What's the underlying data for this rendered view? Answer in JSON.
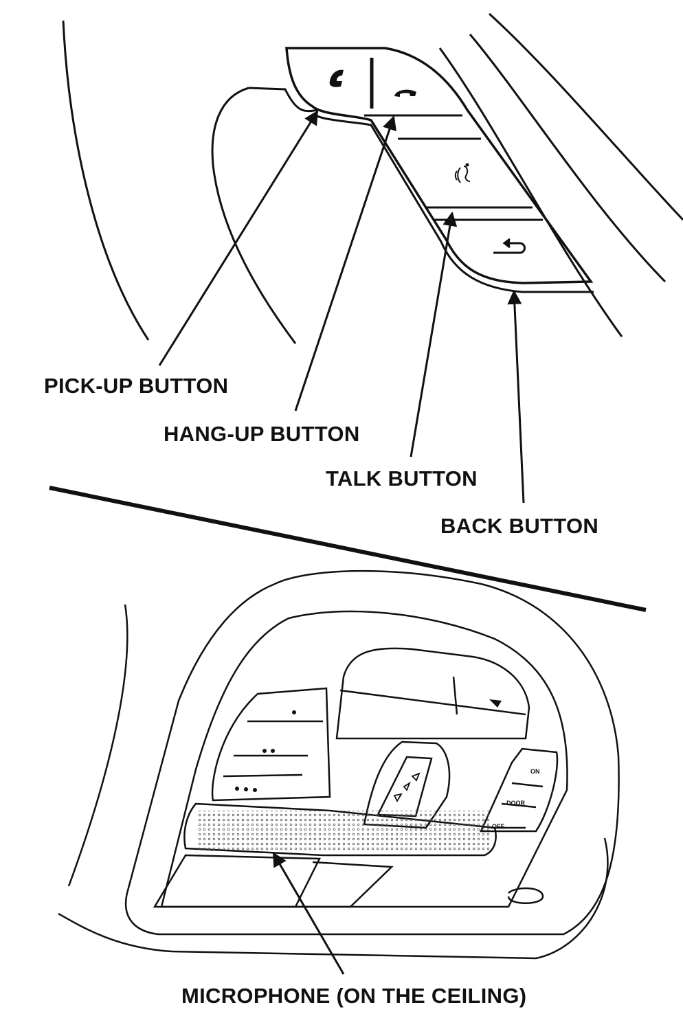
{
  "labels": {
    "pickup": "PICK-UP BUTTON",
    "hangup": "HANG-UP BUTTON",
    "talk": "TALK BUTTON",
    "back": "BACK BUTTON",
    "microphone": "MICROPHONE (ON THE CEILING)"
  },
  "overhead_console": {
    "light_switch_on": "ON",
    "light_switch_door": "DOOR",
    "light_switch_off": "OFF"
  },
  "colors": {
    "line": "#111111",
    "background": "#ffffff",
    "grille": "#9a9a9a"
  }
}
